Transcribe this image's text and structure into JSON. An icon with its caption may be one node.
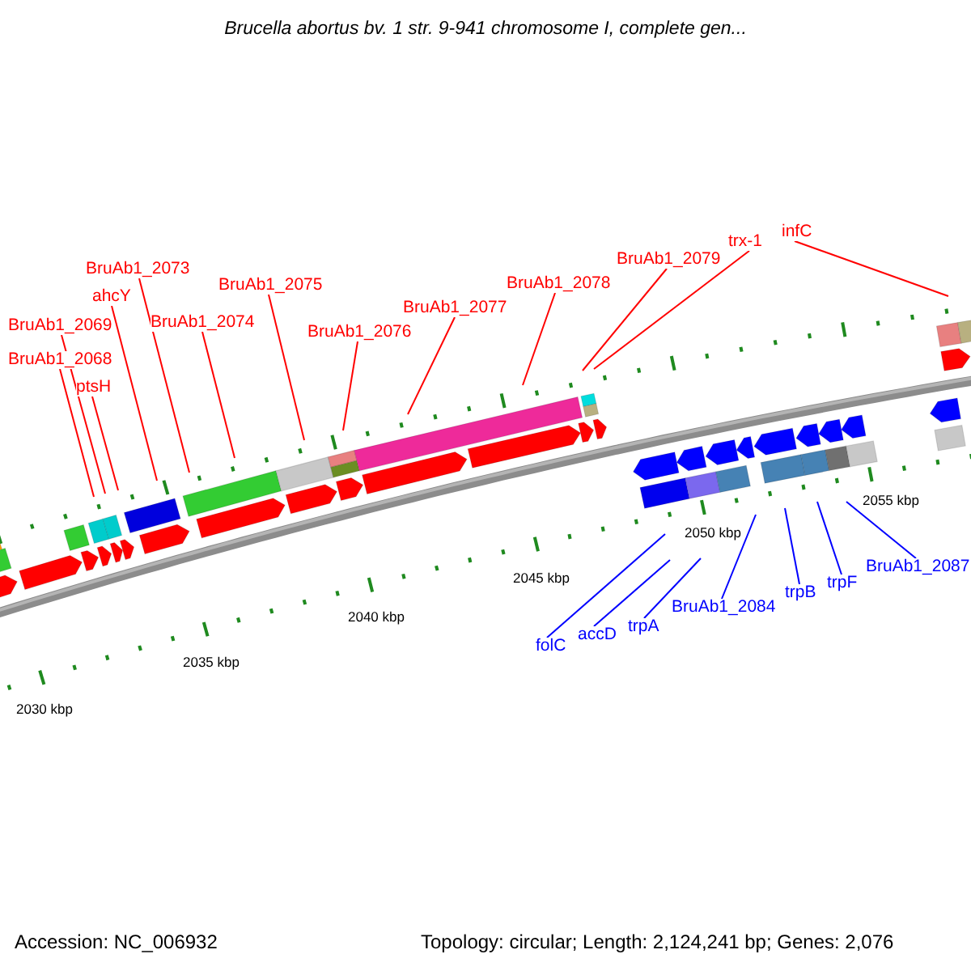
{
  "diagram": {
    "title": "Brucella abortus bv. 1 str. 9-941 chromosome I, complete gen...",
    "nodes": [
      {
        "text": [
          "BruAb1_2068"
        ]
      },
      {
        "text": [
          "BruAb1_2069"
        ]
      },
      {
        "text": [
          "ptsH"
        ]
      },
      {
        "text": [
          "ahcY"
        ]
      },
      {
        "text": [
          "BruAb1_2073"
        ]
      },
      {
        "text": [
          "BruAb1_2074"
        ]
      },
      {
        "text": [
          "BruAb1_2075"
        ]
      },
      {
        "text": [
          "BruAb1_2076"
        ]
      },
      {
        "text": [
          "BruAb1_2077"
        ]
      },
      {
        "text": [
          "BruAb1_2078"
        ]
      },
      {
        "text": [
          "BruAb1_2079"
        ]
      },
      {
        "text": [
          "trx-1"
        ]
      },
      {
        "text": [
          "infC"
        ]
      },
      {
        "text": [
          "folC"
        ]
      },
      {
        "text": [
          "accD"
        ]
      },
      {
        "text": [
          "trpA"
        ]
      },
      {
        "text": [
          "BruAb1_2084"
        ]
      },
      {
        "text": [
          "trpB"
        ]
      },
      {
        "text": [
          "trpF"
        ]
      },
      {
        "text": [
          "BruAb1_2087"
        ]
      }
    ],
    "edges": [
      {
        "from": 0,
        "to": null,
        "arrow": "none"
      },
      {
        "from": 1,
        "to": null,
        "arrow": "none"
      },
      {
        "from": 2,
        "to": null,
        "arrow": "none"
      },
      {
        "from": 3,
        "to": null,
        "arrow": "none"
      },
      {
        "from": 4,
        "to": null,
        "arrow": "none"
      },
      {
        "from": 5,
        "to": null,
        "arrow": "none"
      },
      {
        "from": 6,
        "to": null,
        "arrow": "none"
      },
      {
        "from": 7,
        "to": null,
        "arrow": "none"
      },
      {
        "from": 8,
        "to": null,
        "arrow": "none"
      },
      {
        "from": 9,
        "to": null,
        "arrow": "none"
      },
      {
        "from": 10,
        "to": null,
        "arrow": "none"
      },
      {
        "from": 11,
        "to": null,
        "arrow": "none"
      },
      {
        "from": 12,
        "to": null,
        "arrow": "none"
      },
      {
        "from": 13,
        "to": null,
        "arrow": "none",
        "color": "#0000ff"
      },
      {
        "from": 14,
        "to": null,
        "arrow": "none",
        "color": "#0000ff"
      },
      {
        "from": 15,
        "to": null,
        "arrow": "none",
        "color": "#0000ff"
      },
      {
        "from": 16,
        "to": null,
        "arrow": "none",
        "color": "#0000ff"
      },
      {
        "from": 17,
        "to": null,
        "arrow": "none",
        "color": "#0000ff"
      },
      {
        "from": 18,
        "to": null,
        "arrow": "none",
        "color": "#0000ff"
      },
      {
        "from": 19,
        "to": null,
        "arrow": "none",
        "color": "#0000ff"
      }
    ],
    "labels": [
      "2055 kbp",
      "2050 kbp",
      "2045 kbp",
      "2040 kbp",
      "2035 kbp",
      "2030 kbp",
      "Accession: NC_006932",
      "Topology: circular; Length: 2,124,241 bp; Genes: 2,076"
    ]
  }
}
